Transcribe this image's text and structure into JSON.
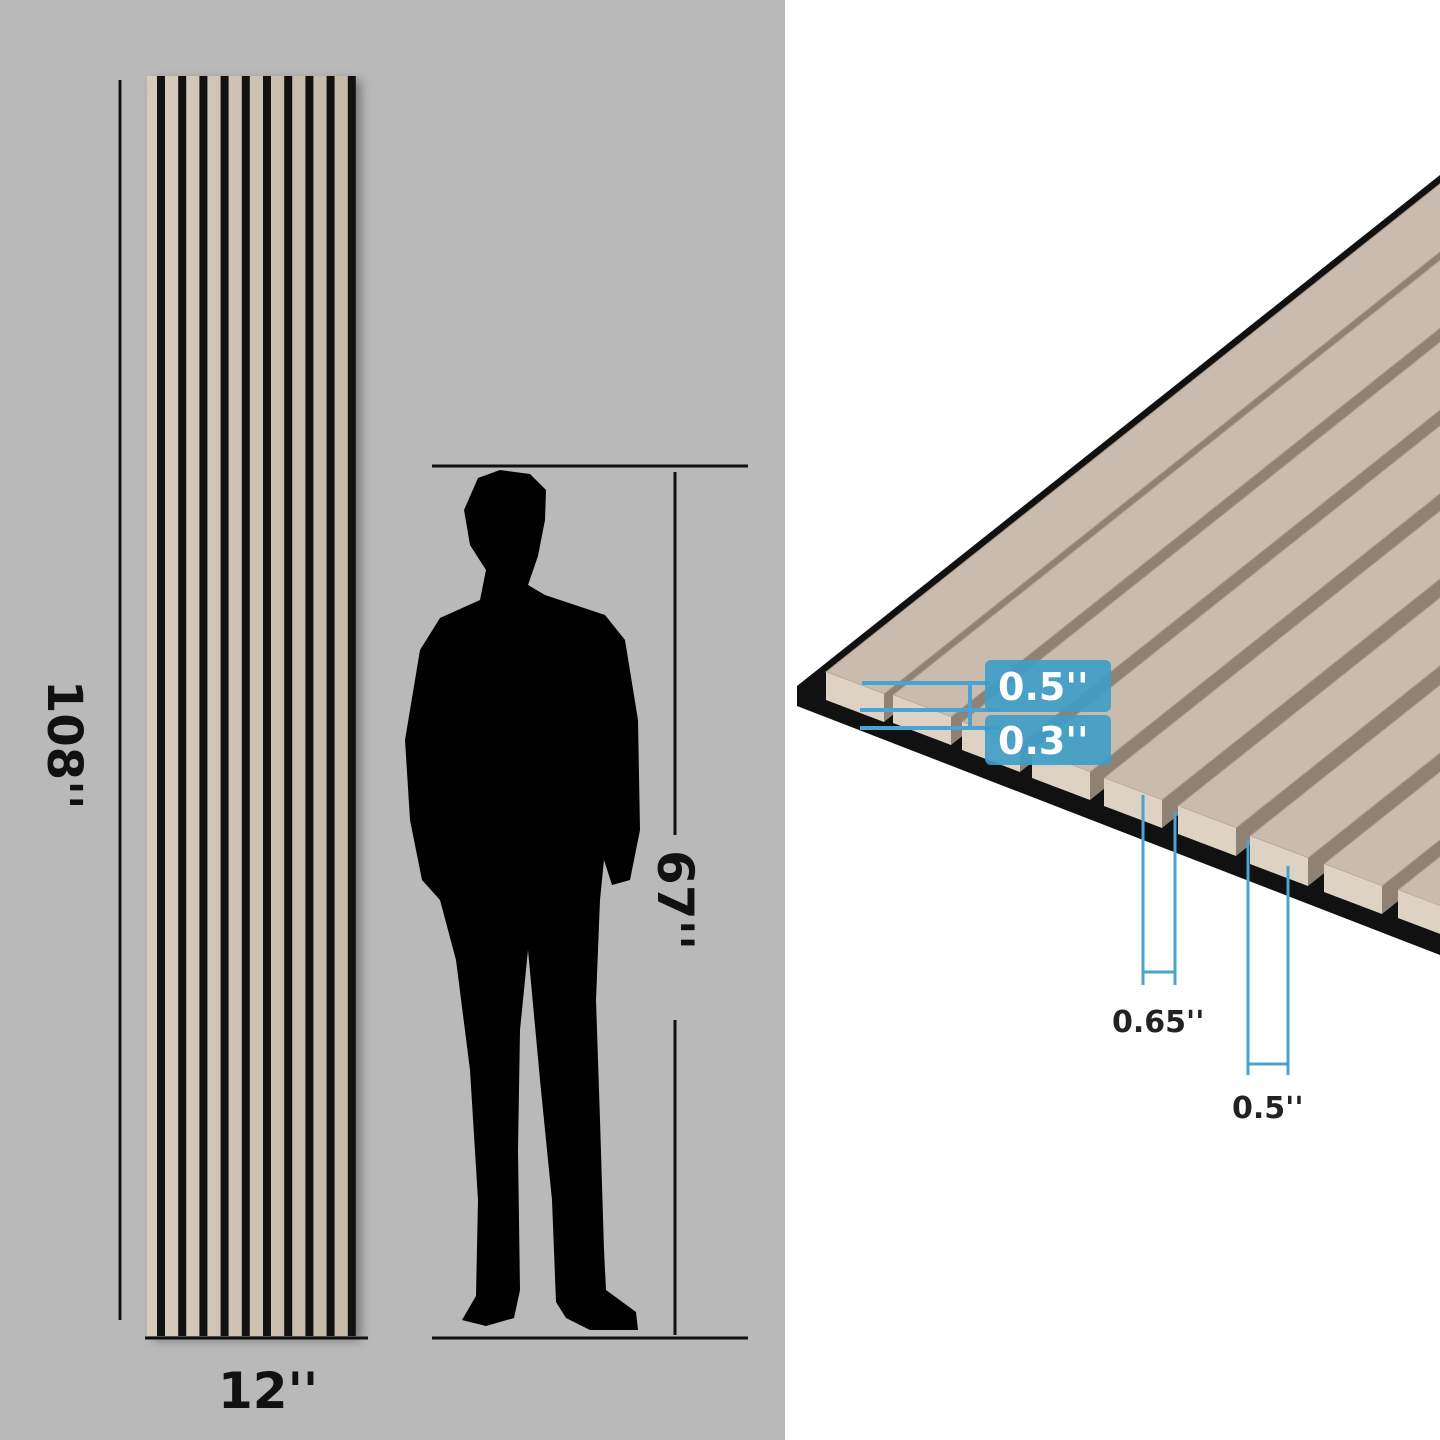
{
  "left_view": {
    "panel_height_label": "108''",
    "panel_width_label": "12''",
    "person_height_label": "67''"
  },
  "right_view": {
    "slat_height_label": "0.5''",
    "backing_thickness_label": "0.3''",
    "gap_width_label": "0.65''",
    "slat_width_label": "0.5''"
  },
  "colors": {
    "background_left": "#b9b9b9",
    "wood": "#cbbfb0",
    "slot": "#111111",
    "dimension_blue": "#4aa3d0"
  }
}
